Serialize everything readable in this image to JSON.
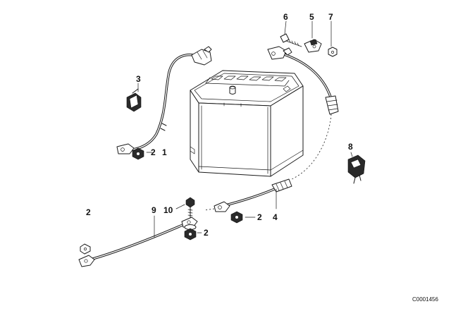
{
  "callouts": {
    "c1": "1",
    "c2_battery": "2",
    "c3": "3",
    "c4": "4",
    "c2_neg": "2",
    "c5": "5",
    "c6": "6",
    "c7": "7",
    "c8": "8",
    "c2_left": "2",
    "c9": "9",
    "c10": "10",
    "c2_bottom": "2"
  },
  "reference_code": "C0001456"
}
